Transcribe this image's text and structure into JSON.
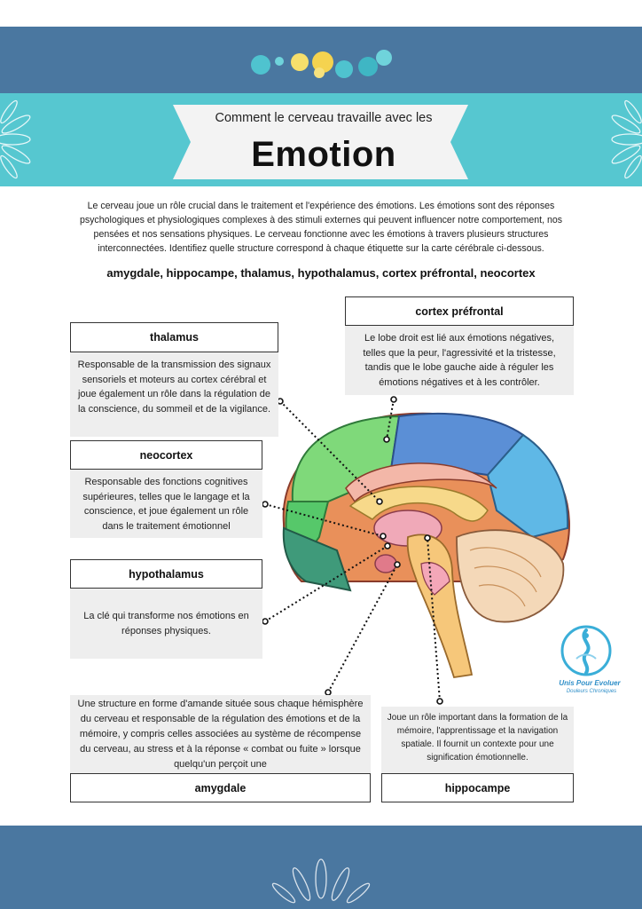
{
  "header": {
    "subtitle": "Comment le cerveau travaille avec les",
    "title": "Emotion"
  },
  "intro": "Le cerveau joue un rôle crucial dans le traitement et l'expérience des émotions. Les émotions sont des réponses psychologiques et physiologiques complexes à des stimuli externes qui peuvent influencer notre comportement, nos pensées et nos sensations physiques. Le cerveau fonctionne avec les émotions à travers plusieurs structures interconnectées. Identifiez quelle structure correspond à chaque étiquette sur la carte cérébrale ci-dessous.",
  "terms": "amygdale, hippocampe, thalamus, hypothalamus,  cortex préfrontal, neocortex",
  "labels": {
    "thalamus": {
      "title": "thalamus",
      "text": "Responsable de la transmission des signaux sensoriels et moteurs au cortex cérébral et joue également un rôle dans la régulation de la conscience, du sommeil et de la vigilance."
    },
    "cortex": {
      "title": "cortex préfrontal",
      "text": "Le lobe droit est lié aux émotions négatives, telles que la peur, l'agressivité et la tristesse, tandis que le lobe gauche aide à réguler les émotions négatives et à les contrôler."
    },
    "neocortex": {
      "title": "neocortex",
      "text": "Responsable des fonctions cognitives supérieures, telles que le langage et la conscience, et joue également un rôle dans le traitement émotionnel"
    },
    "hypothalamus": {
      "title": "hypothalamus",
      "text": "La clé qui transforme nos émotions en réponses physiques."
    },
    "amygdale": {
      "title": "amygdale",
      "text": "Une structure en forme d'amande située sous chaque hémisphère du cerveau et responsable de la régulation des émotions et de la mémoire, y compris celles associées au système de récompense du cerveau, au stress et à la réponse « combat ou fuite » lorsque quelqu'un perçoit une"
    },
    "hippocampe": {
      "title": "hippocampe",
      "text": "Joue un rôle important dans la formation de la mémoire, l'apprentissage et la navigation spatiale. Il fournit un contexte pour une signification émotionnelle."
    }
  },
  "logo": {
    "name": "Unis Pour Evoluer",
    "tagline": "Douleurs Chroniques"
  },
  "colors": {
    "navy": "#4a77a0",
    "teal": "#56c7d0",
    "box": "#eeeeee"
  }
}
